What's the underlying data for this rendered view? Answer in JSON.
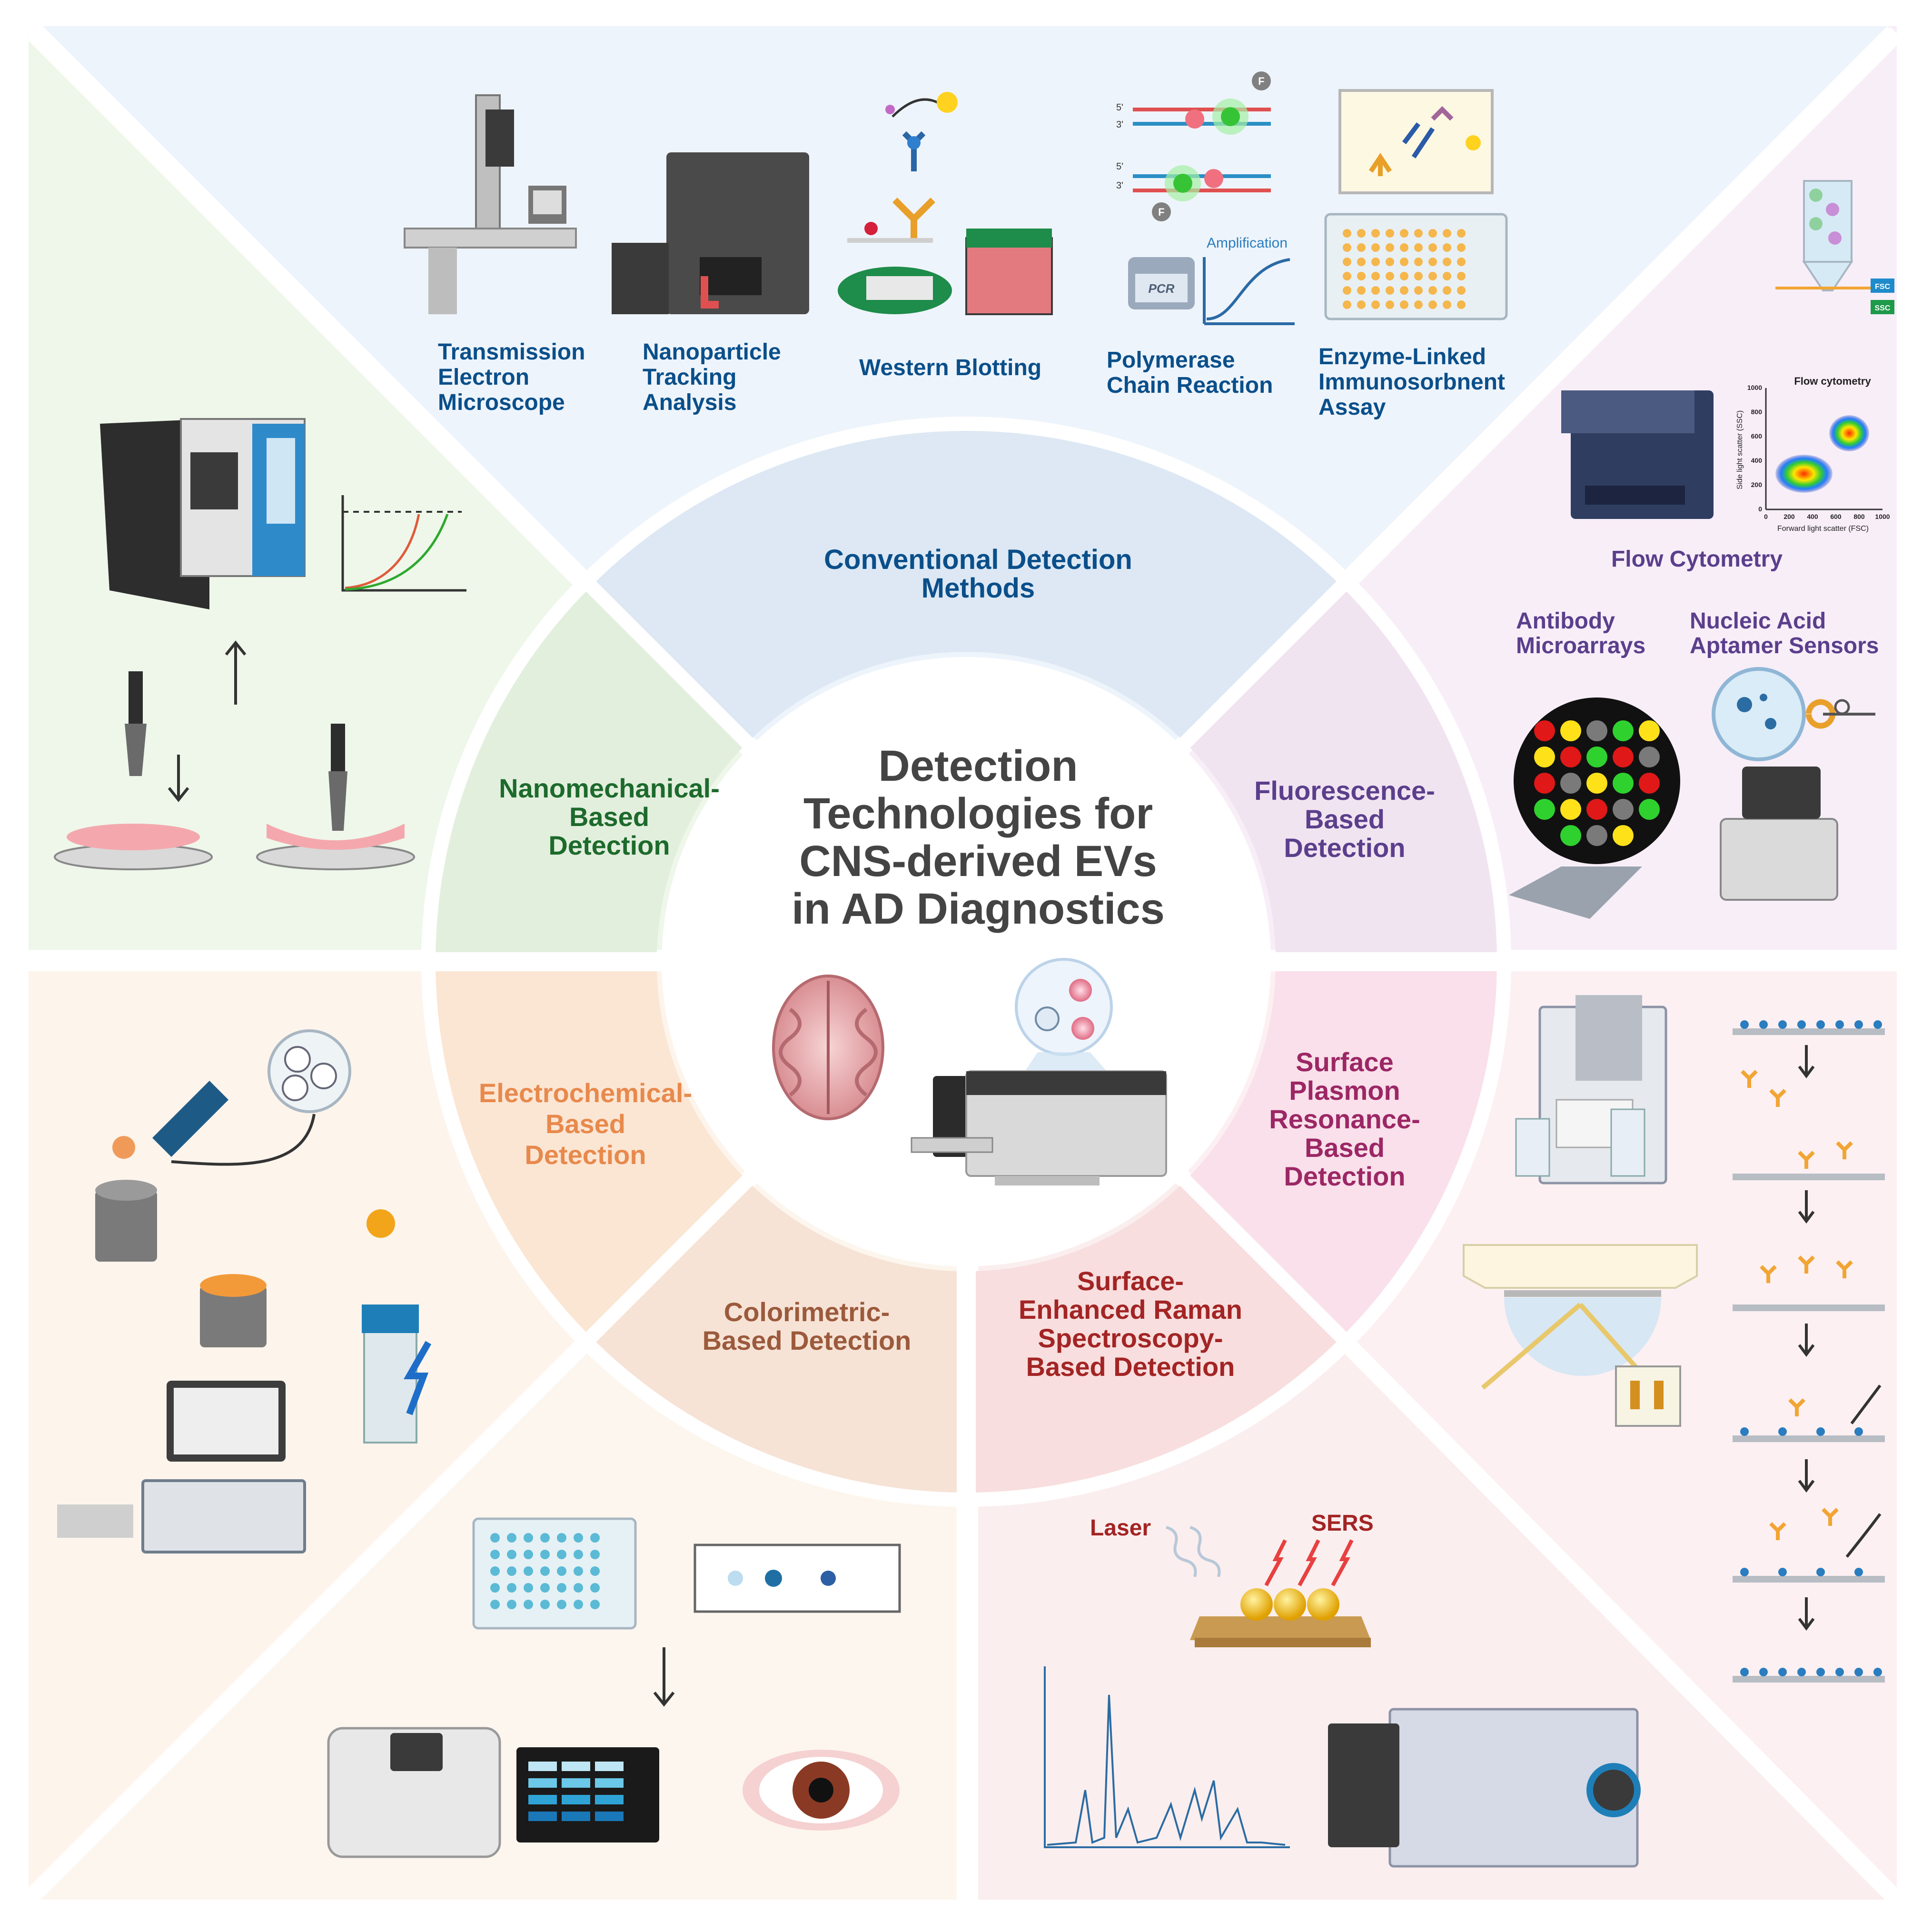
{
  "center": {
    "title_lines": [
      "Detection",
      "Technologies for",
      "CNS-derived EVs",
      "in AD Diagnostics"
    ]
  },
  "segments": {
    "conventional": [
      "Conventional  Detection",
      "Methods"
    ],
    "nanomechanical": [
      "Nanomechanical-",
      "Based",
      "Detection"
    ],
    "fluorescence": [
      "Fluorescence-",
      "Based",
      "Detection"
    ],
    "electrochemical": [
      "Electrochemical-",
      "Based",
      "Detection"
    ],
    "spr": [
      "Surface",
      "Plasmon",
      "Resonance-",
      "Based",
      "Detection"
    ],
    "colorimetric": [
      "Colorimetric-",
      "Based Detection"
    ],
    "sers": [
      "Surface-",
      "Enhanced Raman",
      "Spectroscopy-",
      "Based Detection"
    ]
  },
  "conventional_methods": {
    "tem": [
      "Transmission",
      "Electron",
      "Microscope"
    ],
    "nta": [
      "Nanoparticle",
      "Tracking",
      "Analysis"
    ],
    "wb": [
      "Western Blotting"
    ],
    "pcr": [
      "Polymerase",
      "Chain Reaction"
    ],
    "elisa": [
      "Enzyme-Linked",
      "Immunosorbnent",
      "Assay"
    ],
    "amplification": "Amplification",
    "pcr_device": "PCR",
    "strand_5": "5'",
    "strand_3": "3'",
    "fluor": "F"
  },
  "fluorescence_methods": {
    "flow": "Flow Cytometry",
    "microarray": [
      "Antibody",
      "Microarrays"
    ],
    "aptamer": [
      "Nucleic Acid",
      "Aptamer Sensors"
    ],
    "plot_title": "Flow cytometry",
    "x_label": "Forward light scatter (FSC)",
    "y_label": "Side light scatter (SSC)",
    "x_ticks": [
      "0",
      "200",
      "400",
      "600",
      "800",
      "1000"
    ],
    "y_ticks": [
      "0",
      "200",
      "400",
      "600",
      "800",
      "1000"
    ],
    "fsc": "FSC",
    "ssc": "SSC"
  },
  "sers_labels": {
    "laser": "Laser",
    "sers": "SERS"
  },
  "colors": {
    "conventional": "#0a4f8a",
    "nanomechanical": "#1d6a2c",
    "fluorescence": "#5b3f8c",
    "electrochemical": "#e8894c",
    "spr": "#9c2765",
    "colorimetric": "#9c5a3c",
    "sers": "#a32424"
  }
}
